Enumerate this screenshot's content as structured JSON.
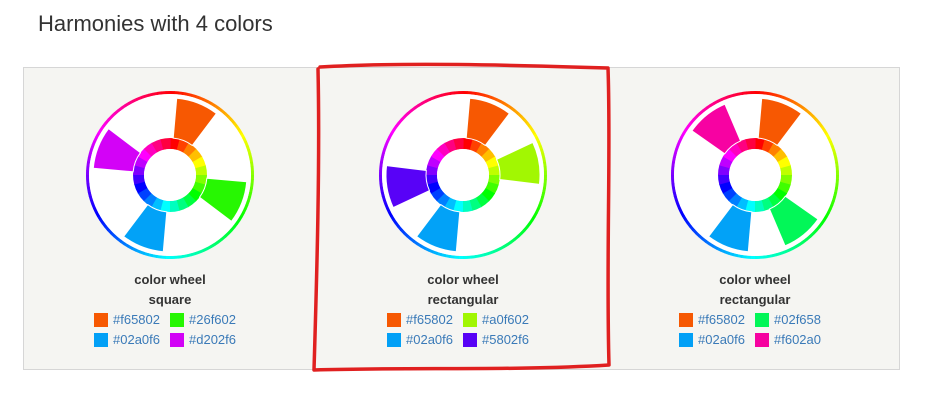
{
  "title": "Harmonies with 4 colors",
  "cards": [
    {
      "line1": "color wheel",
      "line2": "square",
      "colors": [
        {
          "hex": "#f65802",
          "label": "#f65802"
        },
        {
          "hex": "#26f602",
          "label": "#26f602"
        },
        {
          "hex": "#02a0f6",
          "label": "#02a0f6"
        },
        {
          "hex": "#d202f6",
          "label": "#d202f6"
        }
      ],
      "wedge_hues": [
        21,
        111,
        201,
        291
      ]
    },
    {
      "line1": "color wheel",
      "line2": "rectangular",
      "colors": [
        {
          "hex": "#f65802",
          "label": "#f65802"
        },
        {
          "hex": "#a0f602",
          "label": "#a0f602"
        },
        {
          "hex": "#02a0f6",
          "label": "#02a0f6"
        },
        {
          "hex": "#5802f6",
          "label": "#5802f6"
        }
      ],
      "wedge_hues": [
        21,
        81,
        201,
        261
      ]
    },
    {
      "line1": "color wheel",
      "line2": "rectangular",
      "colors": [
        {
          "hex": "#f65802",
          "label": "#f65802"
        },
        {
          "hex": "#02f658",
          "label": "#02f658"
        },
        {
          "hex": "#02a0f6",
          "label": "#02a0f6"
        },
        {
          "hex": "#f602a0",
          "label": "#f602a0"
        }
      ],
      "wedge_hues": [
        21,
        141,
        201,
        321
      ]
    }
  ],
  "highlight_color": "#e02020"
}
